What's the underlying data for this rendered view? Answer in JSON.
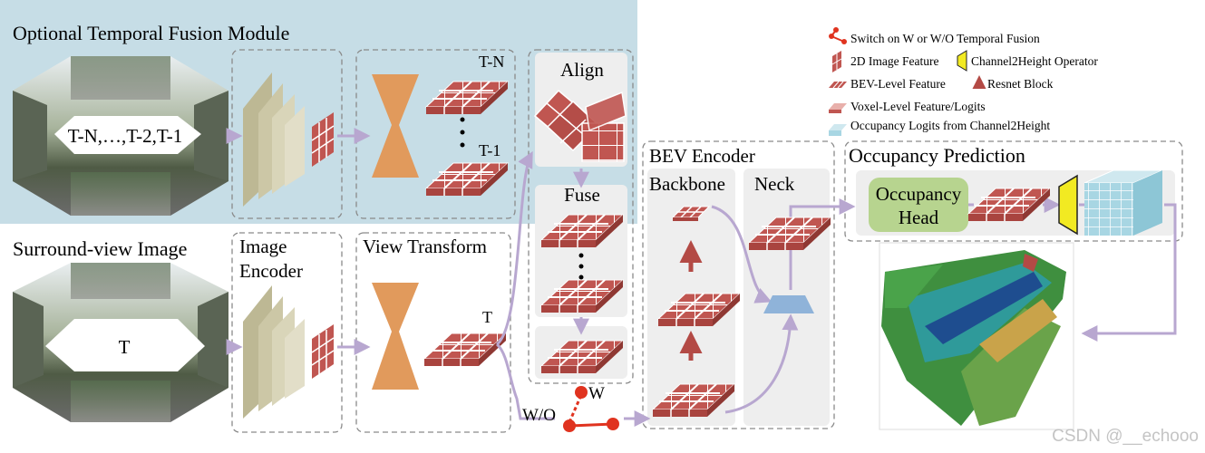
{
  "titles": {
    "temporal": "Optional Temporal Fusion Module",
    "surround": "Surround-view Image",
    "image_encoder_1": "Image",
    "image_encoder_2": "Encoder",
    "view_transform": "View Transform",
    "align": "Align",
    "fuse": "Fuse",
    "bev_encoder": "BEV Encoder",
    "backbone": "Backbone",
    "neck": "Neck",
    "occ_prediction": "Occupancy Prediction",
    "occ_head_1": "Occupancy",
    "occ_head_2": "Head"
  },
  "labels": {
    "past_frames": "T-N,…,T-2,T-1",
    "current_frame": "T",
    "t_n": "T-N",
    "t_1": "T-1",
    "t": "T",
    "w": "W",
    "wo": "W/O",
    "watermark": "CSDN @__echooo"
  },
  "legend": [
    {
      "icon": "switch-icon",
      "text": "Switch on W or W/O Temporal Fusion"
    },
    {
      "icon": "image-feature-icon",
      "text": "2D Image Feature"
    },
    {
      "icon": "channel2height-icon",
      "text": "Channel2Height Operator"
    },
    {
      "icon": "bev-feature-icon",
      "text": "BEV-Level Feature"
    },
    {
      "icon": "resnet-block-icon",
      "text": "Resnet Block"
    },
    {
      "icon": "voxel-feature-icon",
      "text": "Voxel-Level Feature/Logits"
    },
    {
      "icon": "occupancy-logits-icon",
      "text": "Occupancy Logits from Channel2Height"
    }
  ],
  "colors": {
    "temporal_bg": "#c6dde6",
    "arrow": "#b8a7d0",
    "tile": "#c05651",
    "encoder": "#c8c3a2",
    "view_transform": "#e19a5c",
    "occ_head": "#b7d48f",
    "switch": "#e0331f",
    "voxel": "#a8d6e3",
    "neck_trap": "#8fb3d9",
    "c2h": "#f2ea22"
  }
}
